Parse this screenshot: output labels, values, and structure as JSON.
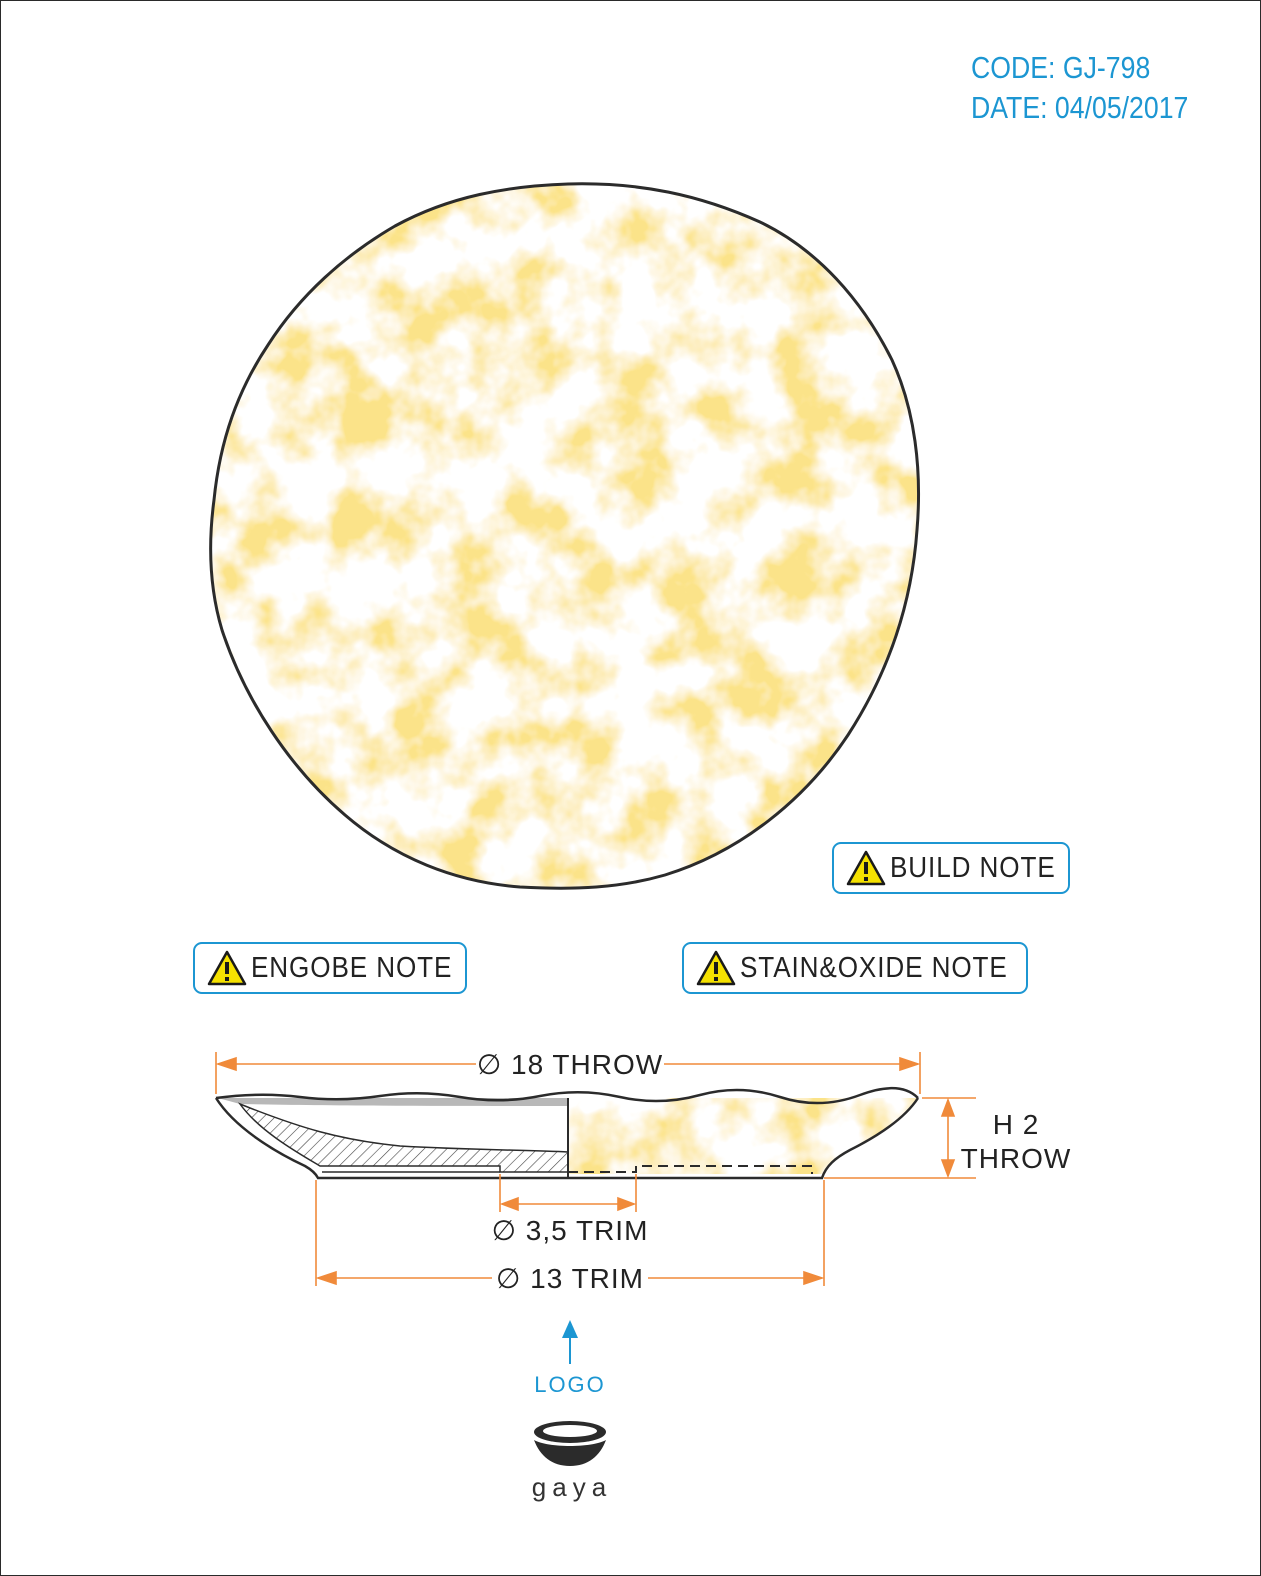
{
  "header": {
    "code": "CODE: GJ-798",
    "date": "DATE: 04/05/2017"
  },
  "notes": {
    "build": "BUILD NOTE",
    "engobe": "ENGOBE NOTE",
    "stain_oxide": "STAIN&OXIDE NOTE"
  },
  "dimensions": {
    "diameter_throw": "∅ 18 THROW",
    "height_label": "H 2",
    "height_throw": "THROW",
    "foot_trim": "∅ 3,5 TRIM",
    "base_trim": "∅ 13 TRIM"
  },
  "logo": {
    "label": "LOGO",
    "brand": "gaya"
  },
  "colors": {
    "accent_blue": "#1c96d2",
    "dimension_orange": "#f08a3a",
    "glaze_yellow": "#f7c441",
    "outline": "#2b2b2b",
    "warning_yellow": "#f5e100"
  },
  "icons": {
    "notes": "warning-triangle-icon",
    "logo_arrow": "arrow-up-icon",
    "brand_mark": "bowl-icon"
  }
}
